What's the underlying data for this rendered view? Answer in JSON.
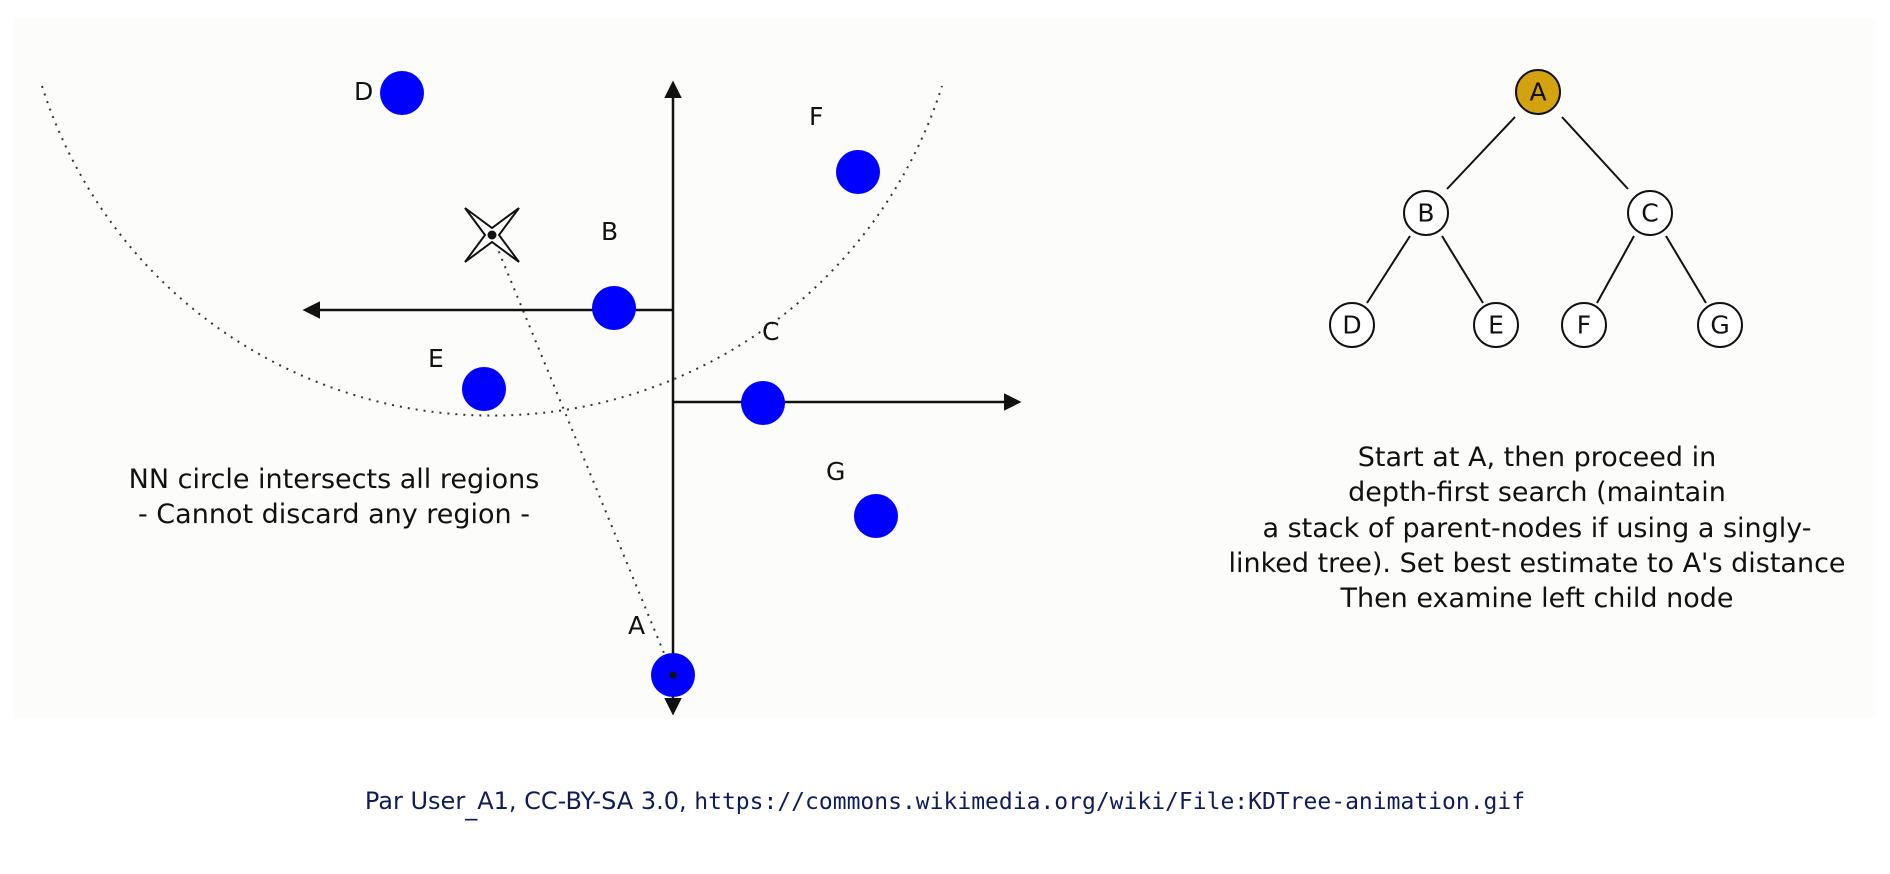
{
  "colors": {
    "panel": "#fcfcfa",
    "point": "#0000ff",
    "root_highlight": "#d4a20e",
    "ink": "#111111",
    "credit_text": "#101b5a"
  },
  "plane": {
    "point_labels": {
      "A": "A",
      "B": "B",
      "C": "C",
      "D": "D",
      "E": "E",
      "F": "F",
      "G": "G"
    },
    "query_icon": "four-point-star-query-icon",
    "nn_text": [
      "NN circle intersects all regions",
      "- Cannot discard any region -"
    ]
  },
  "tree": {
    "nodes": {
      "A": "A",
      "B": "B",
      "C": "C",
      "D": "D",
      "E": "E",
      "F": "F",
      "G": "G"
    },
    "highlighted_node": "A"
  },
  "caption": [
    "Start at A, then proceed in",
    "depth-first search (maintain",
    "a stack of parent-nodes if using a singly-",
    "linked tree). Set best estimate to A's distance",
    "Then examine left child node"
  ],
  "credit": {
    "prefix": "Par User",
    "user_suffix": "A1, CC-BY-SA 3.0, ",
    "url": "https://commons.wikimedia.org/wiki/File:KDTree-animation.gif"
  }
}
